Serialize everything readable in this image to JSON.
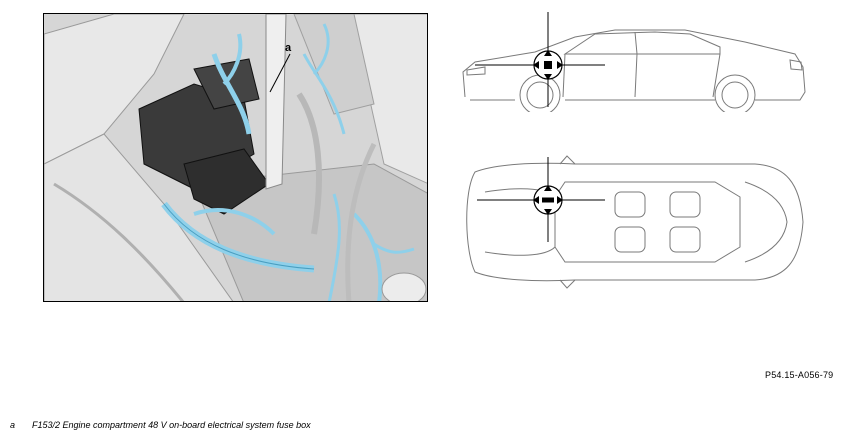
{
  "photo": {
    "callout": "a"
  },
  "reference_code": "P54.15-A056-79",
  "legend": {
    "key": "a",
    "text": "F153/2 Engine compartment 48 V on-board electrical system fuse box"
  },
  "colors": {
    "highlight": "#8ed0ea",
    "component": "#333333",
    "line": "#000000",
    "background": "#ffffff"
  }
}
